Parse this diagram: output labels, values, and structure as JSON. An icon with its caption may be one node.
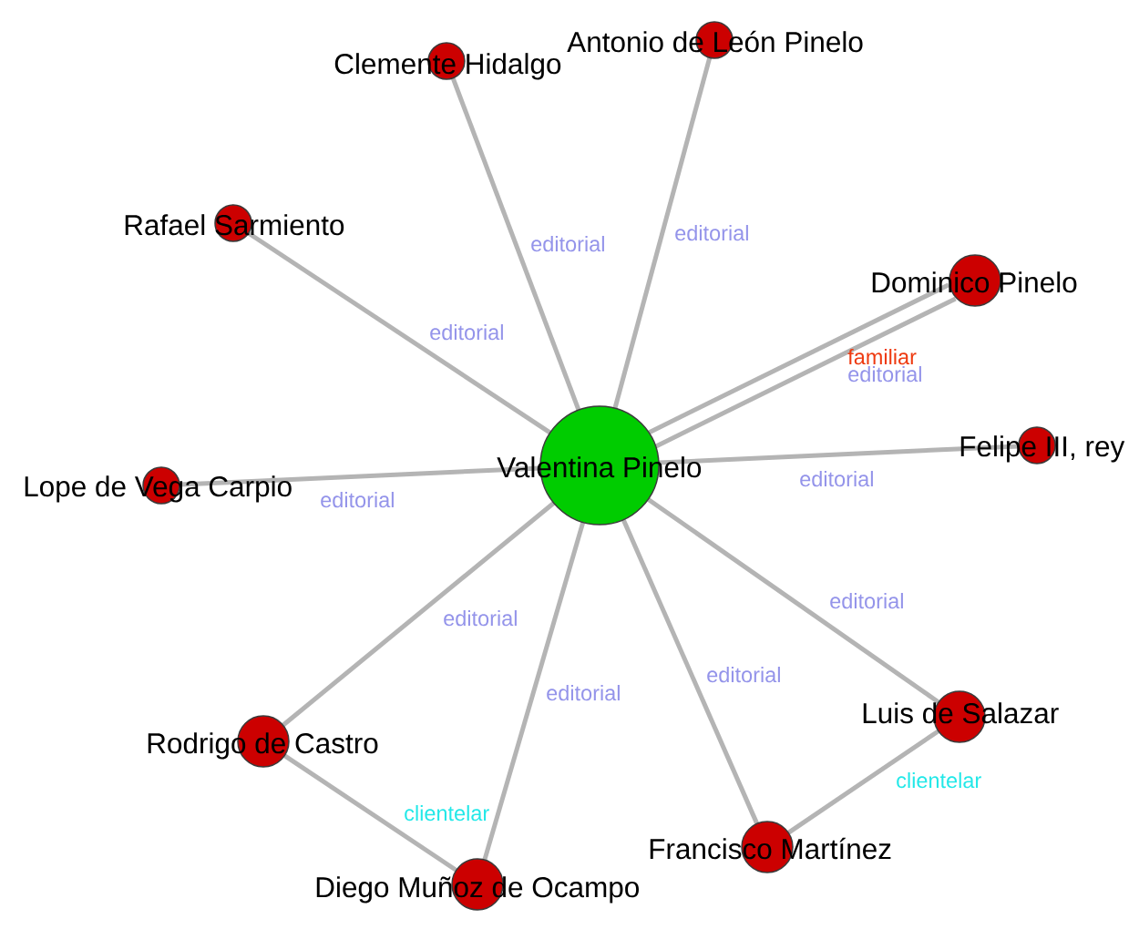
{
  "diagram": {
    "nodes": [
      {
        "text": [
          "Valentina Pinelo"
        ]
      },
      {
        "text": [
          "Clemente Hidalgo"
        ]
      },
      {
        "text": [
          "Antonio de León Pinelo"
        ]
      },
      {
        "text": [
          "Rafael Sarmiento"
        ]
      },
      {
        "text": [
          "Dominico Pinelo"
        ]
      },
      {
        "text": [
          "Felipe III, rey"
        ]
      },
      {
        "text": [
          "Lope de Vega Carpio"
        ]
      },
      {
        "text": [
          "Luis de Salazar"
        ]
      },
      {
        "text": [
          "Rodrigo de Castro"
        ]
      },
      {
        "text": [
          "Francisco Martínez"
        ]
      },
      {
        "text": [
          "Diego Muñoz de Ocampo"
        ]
      }
    ],
    "edges": [
      {
        "from": 0,
        "to": 1,
        "arrow": "none",
        "label": "editorial"
      },
      {
        "from": 0,
        "to": 2,
        "arrow": "none",
        "label": "editorial"
      },
      {
        "from": 0,
        "to": 3,
        "arrow": "none",
        "label": "editorial"
      },
      {
        "from": 0,
        "to": 4,
        "arrow": "none",
        "label": "familiar"
      },
      {
        "from": 0,
        "to": 4,
        "arrow": "none",
        "label": "editorial"
      },
      {
        "from": 0,
        "to": 5,
        "arrow": "none",
        "label": "editorial"
      },
      {
        "from": 0,
        "to": 6,
        "arrow": "none",
        "label": "editorial"
      },
      {
        "from": 0,
        "to": 7,
        "arrow": "none",
        "label": "editorial"
      },
      {
        "from": 0,
        "to": 8,
        "arrow": "none",
        "label": "editorial"
      },
      {
        "from": 0,
        "to": 10,
        "arrow": "none",
        "label": "editorial"
      },
      {
        "from": 0,
        "to": 9,
        "arrow": "none",
        "label": "editorial"
      },
      {
        "from": 8,
        "to": 10,
        "arrow": "none",
        "label": "clientelar"
      },
      {
        "from": 7,
        "to": 9,
        "arrow": "none",
        "label": "clientelar"
      }
    ]
  }
}
